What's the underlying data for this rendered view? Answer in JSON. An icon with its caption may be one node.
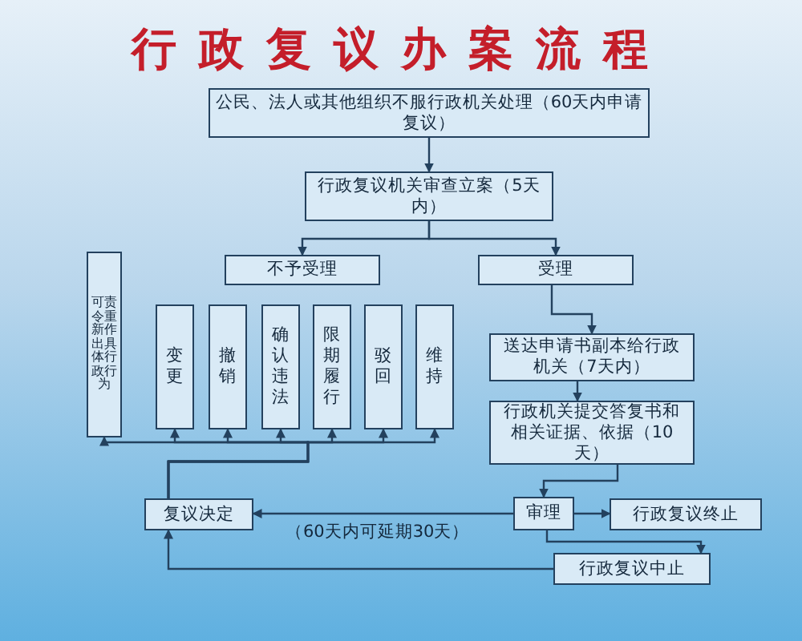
{
  "diagram": {
    "title": "行政复议办案流程",
    "nodes": [
      {
        "text": [
          "公民、法人或其他组织不服行政机关处理（60天内申请复议）"
        ]
      },
      {
        "text": [
          "行政复议机关审查立案（5天内）"
        ]
      },
      {
        "text": [
          "不予受理"
        ]
      },
      {
        "text": [
          "受理"
        ]
      },
      {
        "text": [
          "可责令重新作出具体行政行为"
        ]
      },
      {
        "text": [
          "变更"
        ]
      },
      {
        "text": [
          "撤销"
        ]
      },
      {
        "text": [
          "确认违法"
        ]
      },
      {
        "text": [
          "限期履行"
        ]
      },
      {
        "text": [
          "驳回"
        ]
      },
      {
        "text": [
          "维持"
        ]
      },
      {
        "text": [
          "送达申请书副本给行政机关（7天内）"
        ]
      },
      {
        "text": [
          "行政机关提交答复书和相关证据、依据（10天）"
        ]
      },
      {
        "text": [
          "复议决定"
        ]
      },
      {
        "text": [
          "审理"
        ]
      },
      {
        "text": [
          "行政复议终止"
        ]
      },
      {
        "text": [
          "行政复议中止"
        ]
      }
    ],
    "edges": [
      {
        "from": 0,
        "to": 1,
        "arrow": "to"
      },
      {
        "from": 1,
        "to": 2,
        "arrow": "to"
      },
      {
        "from": 1,
        "to": 3,
        "arrow": "to"
      },
      {
        "from": 3,
        "to": 11,
        "arrow": "to"
      },
      {
        "from": 11,
        "to": 12,
        "arrow": "to"
      },
      {
        "from": 12,
        "to": 14,
        "arrow": "to"
      },
      {
        "from": 14,
        "to": 13,
        "arrow": "to",
        "label": "（60天内可延期30天）"
      },
      {
        "from": 14,
        "to": 15,
        "arrow": "to"
      },
      {
        "from": 14,
        "to": 16,
        "arrow": "to"
      },
      {
        "from": 16,
        "to": 13,
        "arrow": "to"
      },
      {
        "from": 13,
        "to": 4,
        "arrow": "to"
      },
      {
        "from": 13,
        "to": 5,
        "arrow": "to"
      },
      {
        "from": 13,
        "to": 6,
        "arrow": "to"
      },
      {
        "from": 13,
        "to": 7,
        "arrow": "to"
      },
      {
        "from": 13,
        "to": 8,
        "arrow": "to"
      },
      {
        "from": 13,
        "to": 9,
        "arrow": "to"
      },
      {
        "from": 13,
        "to": 10,
        "arrow": "to"
      }
    ]
  }
}
